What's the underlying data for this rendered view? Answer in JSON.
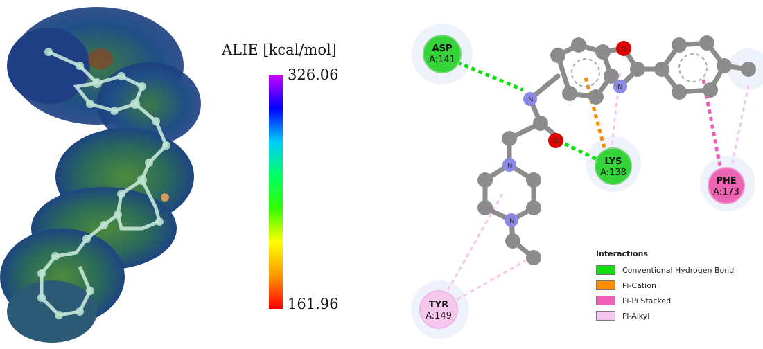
{
  "colorbar": {
    "title": "ALIE [kcal/mol]",
    "max_label": "326.06",
    "min_label": "161.96",
    "gradient_stops": [
      "#cc00ff",
      "#0000ff",
      "#00ccff",
      "#00ff66",
      "#33ff00",
      "#ffff00",
      "#ff9900",
      "#ff0000"
    ]
  },
  "residues": [
    {
      "id": "asp",
      "name": "ASP",
      "label": "A:141",
      "color": "#34d338"
    },
    {
      "id": "lys",
      "name": "LYS",
      "label": "A:138",
      "color": "#34d338"
    },
    {
      "id": "phe",
      "name": "PHE",
      "label": "A:173",
      "color": "#ee64b4"
    },
    {
      "id": "tyr",
      "name": "TYR",
      "label": "A:149",
      "color": "#f6c8ee"
    }
  ],
  "atom_labels": {
    "oxygen": "O",
    "nitrogen": "N"
  },
  "legend": {
    "title": "Interactions",
    "items": [
      {
        "label": "Conventional Hydrogen Bond",
        "color": "#11dd11"
      },
      {
        "label": "Pi-Cation",
        "color": "#ff8c00"
      },
      {
        "label": "Pi-Pi Stacked",
        "color": "#ef5fb8"
      },
      {
        "label": "Pi-Alkyl",
        "color": "#f6c6f0"
      }
    ]
  },
  "colors": {
    "carbon": "#8c8c8c",
    "nitrogen": "#8a8ae6",
    "oxygen": "#e00000",
    "surface_blue": "#1f4f86",
    "surface_green": "#2f7a3a"
  }
}
